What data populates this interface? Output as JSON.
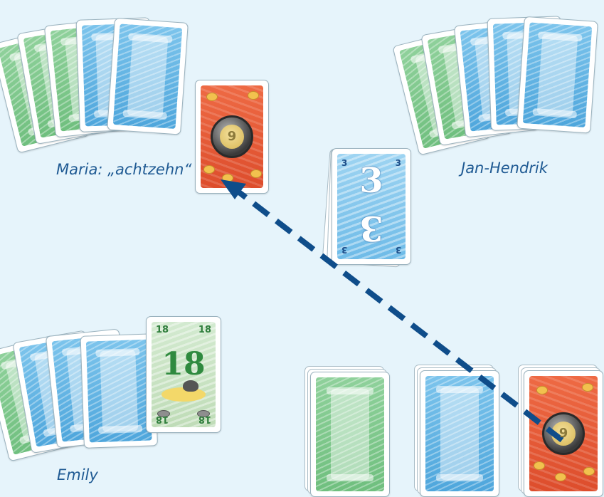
{
  "players": {
    "maria": {
      "label": "Maria: „achtzehn“"
    },
    "jan_hendrik": {
      "label": "Jan-Hendrik"
    },
    "emily": {
      "label": "Emily"
    }
  },
  "cards": {
    "eighteen": {
      "value": "18"
    },
    "three": {
      "value": "3"
    },
    "coin_glyph": "9"
  },
  "colors": {
    "background": "#e6f4fb",
    "green_back": "#7cc88a",
    "blue_back": "#5eb1e2",
    "red_card": "#e5583a",
    "arrow": "#0f4d8a",
    "label": "#1f5a93"
  },
  "icons": {
    "coin": "coin-icon",
    "island": "island-icon",
    "arrow": "dashed-arrow-icon"
  }
}
